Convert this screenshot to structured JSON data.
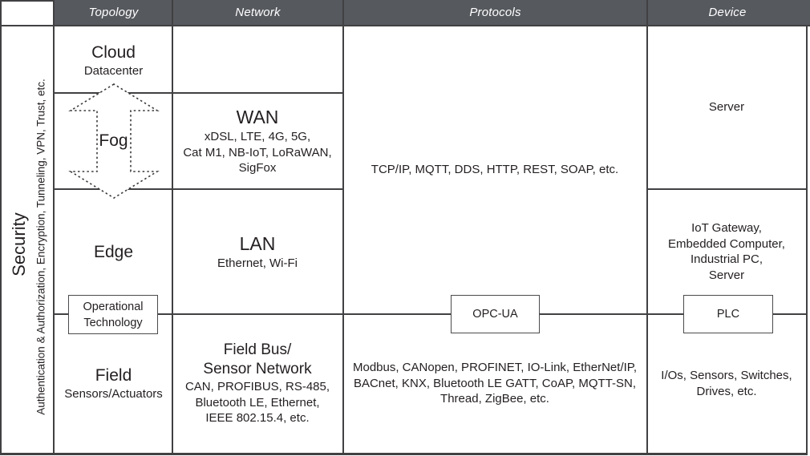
{
  "header": {
    "columns": [
      "Topology",
      "Network",
      "Protocols",
      "Device"
    ]
  },
  "security": {
    "title": "Security",
    "subtitle": "Authentication & Authorization, Encryption, Tunneling, VPN, Trust, etc."
  },
  "topology": {
    "cloud_title": "Cloud",
    "cloud_subtitle": "Datacenter",
    "fog_title": "Fog",
    "edge_title": "Edge",
    "field_title": "Field",
    "field_subtitle": "Sensors/Actuators",
    "ot_box_line1": "Operational",
    "ot_box_line2": "Technology"
  },
  "network": {
    "wan_title": "WAN",
    "wan_lines": [
      "xDSL, LTE, 4G, 5G,",
      "Cat M1, NB-IoT, LoRaWAN,",
      "SigFox"
    ],
    "lan_title": "LAN",
    "lan_subtitle": "Ethernet, Wi-Fi",
    "fieldbus_title_line1": "Field Bus/",
    "fieldbus_title_line2": "Sensor Network",
    "fieldbus_lines": [
      "CAN, PROFIBUS, RS-485,",
      "Bluetooth LE, Ethernet,",
      "IEEE 802.15.4, etc."
    ]
  },
  "protocols": {
    "upper_text": "TCP/IP, MQTT, DDS, HTTP, REST, SOAP, etc.",
    "opcua_box": "OPC-UA",
    "lower_lines": [
      "Modbus, CANopen, PROFINET, IO-Link, EtherNet/IP,",
      "BACnet, KNX, Bluetooth LE GATT, CoAP, MQTT-SN,",
      "Thread, ZigBee, etc."
    ]
  },
  "device": {
    "server_text": "Server",
    "edge_lines": [
      "IoT Gateway,",
      "Embedded Computer,",
      "Industrial PC,",
      "Server"
    ],
    "plc_box": "PLC",
    "field_lines": [
      "I/Os, Sensors, Switches,",
      "Drives, etc."
    ]
  },
  "colors": {
    "header_bg": "#56595E",
    "grid_line": "#414042",
    "text": "#231F20",
    "header_text": "#FFFFFF",
    "box_border": "#4B4B4D"
  }
}
